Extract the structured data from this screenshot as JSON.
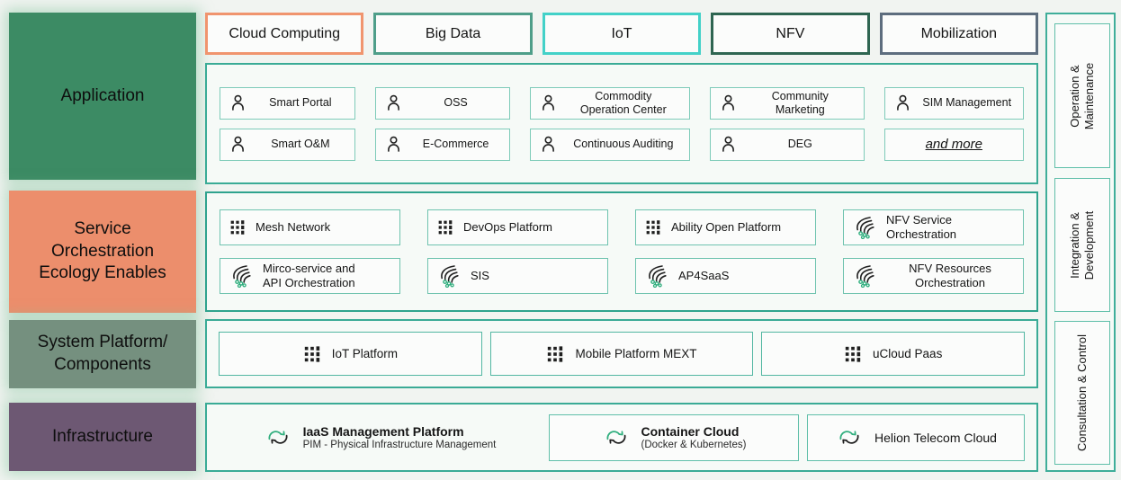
{
  "palette": {
    "background": "#f1f4f1",
    "container_border": "#3aab96",
    "service_container_border": "#2fa38e",
    "item_border": "#7ecbb9",
    "item_background": "#fbfcfb",
    "icon_green": "#2fae7d",
    "icon_dark": "#1f1f1f"
  },
  "left_layers": [
    {
      "label": "Application",
      "color": "#3c8b64"
    },
    {
      "label": "Service\nOrchestration\nEcology Enables",
      "color": "#ec8e6c"
    },
    {
      "label": "System Platform/\nComponents",
      "color": "#75907f"
    },
    {
      "label": "Infrastructure",
      "color": "#6d5873"
    }
  ],
  "tabs": [
    {
      "label": "Cloud Computing",
      "border": "#f0946e"
    },
    {
      "label": "Big Data",
      "border": "#4e9e89"
    },
    {
      "label": "IoT",
      "border": "#43d1c8"
    },
    {
      "label": "NFV",
      "border": "#2e6551"
    },
    {
      "label": "Mobilization",
      "border": "#5d6d7e"
    }
  ],
  "application": {
    "items_row1": [
      {
        "label": "Smart Portal",
        "icon": "person-icon"
      },
      {
        "label": "OSS",
        "icon": "person-icon"
      },
      {
        "label": "Commodity\nOperation Center",
        "icon": "person-icon"
      },
      {
        "label": "Community\nMarketing",
        "icon": "person-icon"
      },
      {
        "label": "SIM Management",
        "icon": "person-icon"
      }
    ],
    "items_row2": [
      {
        "label": "Smart O&M",
        "icon": "person-icon"
      },
      {
        "label": "E-Commerce",
        "icon": "person-icon"
      },
      {
        "label": "Continuous Auditing",
        "icon": "person-icon"
      },
      {
        "label": "DEG",
        "icon": "person-icon"
      },
      {
        "label": "and more",
        "icon": "none"
      }
    ]
  },
  "services": {
    "items_row1": [
      {
        "label": "Mesh Network",
        "icon": "app-grid-icon"
      },
      {
        "label": "DevOps Platform",
        "icon": "app-grid-icon"
      },
      {
        "label": "Ability Open Platform",
        "icon": "app-grid-icon"
      },
      {
        "label": "NFV Service\nOrchestration",
        "icon": "orchestration-swirl-icon"
      }
    ],
    "items_row2": [
      {
        "label": "Mirco-service and\nAPI Orchestration",
        "icon": "orchestration-swirl-icon"
      },
      {
        "label": "SIS",
        "icon": "orchestration-swirl-icon"
      },
      {
        "label": "AP4SaaS",
        "icon": "orchestration-swirl-icon"
      },
      {
        "label": "NFV Resources\nOrchestration",
        "icon": "orchestration-swirl-icon"
      }
    ]
  },
  "platforms": {
    "items": [
      {
        "label": "IoT Platform",
        "icon": "app-grid-icon"
      },
      {
        "label": "Mobile Platform MEXT",
        "icon": "app-grid-icon"
      },
      {
        "label": "uCloud Paas",
        "icon": "app-grid-icon"
      }
    ]
  },
  "infrastructure": {
    "items": [
      {
        "title": "IaaS Management Platform",
        "subtitle": "PIM - Physical Infrastructure Management",
        "icon": "cloud-sync-icon"
      },
      {
        "title": "Container Cloud",
        "subtitle": "(Docker & Kubernetes)",
        "icon": "cloud-sync-icon"
      },
      {
        "title": "Helion Telecom Cloud",
        "subtitle": "",
        "icon": "cloud-sync-icon"
      }
    ]
  },
  "side_panels": [
    {
      "label": "Operation &\nMaintenance"
    },
    {
      "label": "Integration &\nDevelopment"
    },
    {
      "label": "Consultation & Control"
    }
  ]
}
